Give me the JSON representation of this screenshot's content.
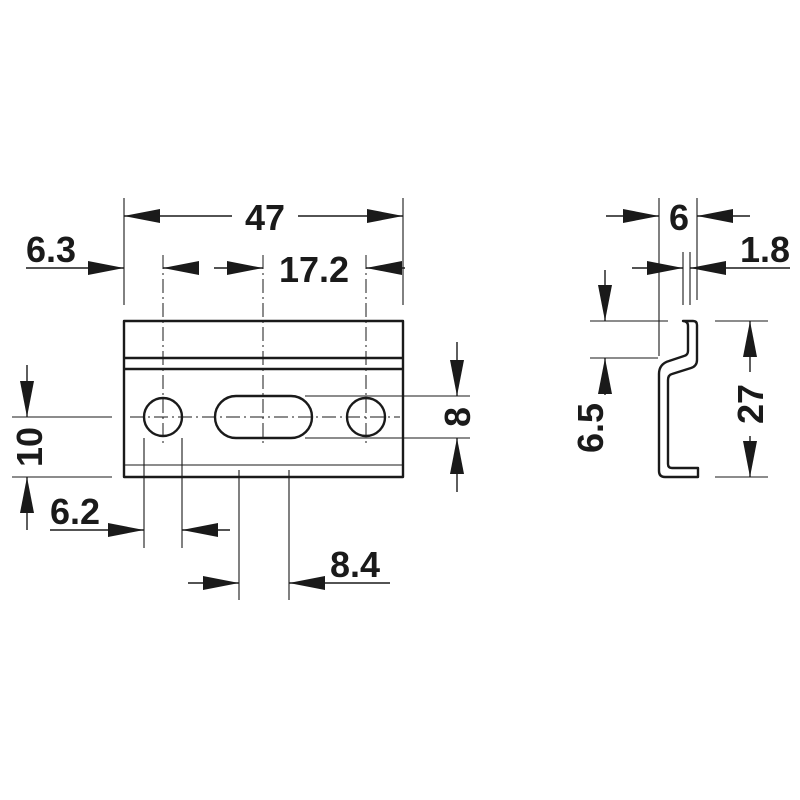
{
  "dimensions": {
    "overall_width": "47",
    "left_edge_offset": "6.3",
    "hole_pitch": "17.2",
    "upper_height": "10",
    "slot_height": "8",
    "hole_diameter": "6.2",
    "slot_width": "8.4",
    "profile_depth": "6",
    "material_thickness": "1.8",
    "total_height": "27",
    "lip_height": "6.5"
  },
  "colors": {
    "line": "#1a1a1a",
    "background": "#ffffff"
  }
}
